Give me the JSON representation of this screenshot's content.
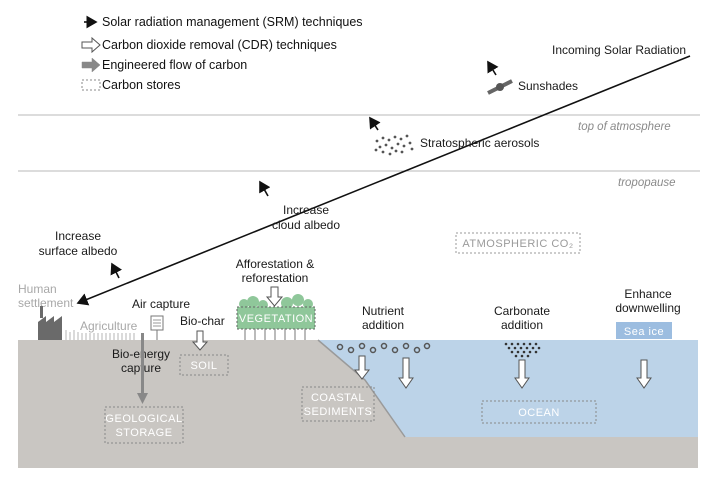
{
  "legend": {
    "srm": "Solar radiation management (SRM) techniques",
    "cdr": "Carbon dioxide removal (CDR) techniques",
    "flow": "Engineered flow of carbon",
    "stores": "Carbon stores"
  },
  "layers": {
    "top_of_atmosphere": "top of atmosphere",
    "tropopause": "tropopause"
  },
  "labels": {
    "incoming": "Incoming Solar Radiation",
    "sunshades": "Sunshades",
    "aerosols": "Stratospheric aerosols",
    "cloud_1": "Increase",
    "cloud_2": "cloud albedo",
    "surface_1": "Increase",
    "surface_2": "surface albedo",
    "human_1": "Human",
    "human_2": "settlement",
    "agriculture": "Agriculture",
    "air_capture": "Air capture",
    "biochar": "Bio-char",
    "bioenergy_1": "Bio-energy",
    "bioenergy_2": "capture",
    "afforest_1": "Afforestation &",
    "afforest_2": "reforestation",
    "nutrient_1": "Nutrient",
    "nutrient_2": "addition",
    "carbonate_1": "Carbonate",
    "carbonate_2": "addition",
    "downwelling_1": "Enhance",
    "downwelling_2": "downwelling",
    "sea_ice": "Sea ice"
  },
  "stores": {
    "atmospheric": "ATMOSPHERIC CO₂",
    "vegetation": "VEGETATION",
    "soil": "SOIL",
    "geological_1": "GEOLOGICAL",
    "geological_2": "STORAGE",
    "coastal_1": "COASTAL",
    "coastal_2": "SEDIMENTS",
    "ocean": "OCEAN"
  },
  "colors": {
    "land": "#c9c6c2",
    "ocean": "#bcd3e8",
    "vegetation": "#8fc79a",
    "sea_ice": "#9cbde0",
    "line": "#1a1a1a",
    "gray": "#8c8c8c"
  }
}
